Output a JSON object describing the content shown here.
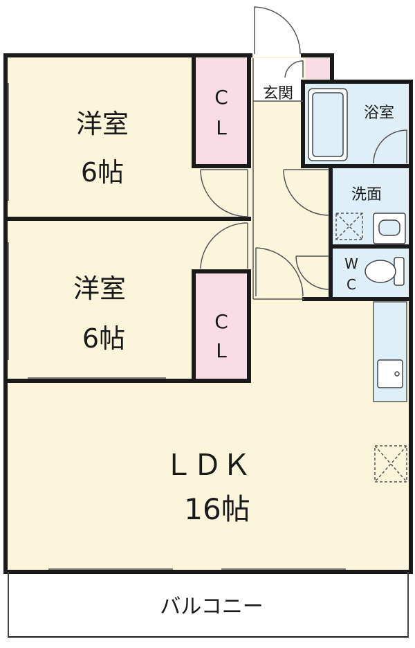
{
  "rooms": {
    "western1": {
      "name": "洋室",
      "size": "6帖"
    },
    "western2": {
      "name": "洋室",
      "size": "6帖"
    },
    "closet1": {
      "line1": "C",
      "line2": "L"
    },
    "closet2": {
      "line1": "C",
      "line2": "L"
    },
    "entrance": {
      "name": "玄関"
    },
    "bath": {
      "name": "浴室"
    },
    "washroom": {
      "name": "洗面"
    },
    "wc": {
      "line1": "W",
      "line2": "C"
    },
    "ldk": {
      "name": "ＬＤＫ",
      "size": "16帖"
    },
    "balcony": {
      "name": "バルコニー"
    }
  },
  "colors": {
    "room_fill": "#fbf5dc",
    "closet_fill": "#f9dbe6",
    "wet_fill": "#dfeff8",
    "wall": "#1a1a1a"
  }
}
